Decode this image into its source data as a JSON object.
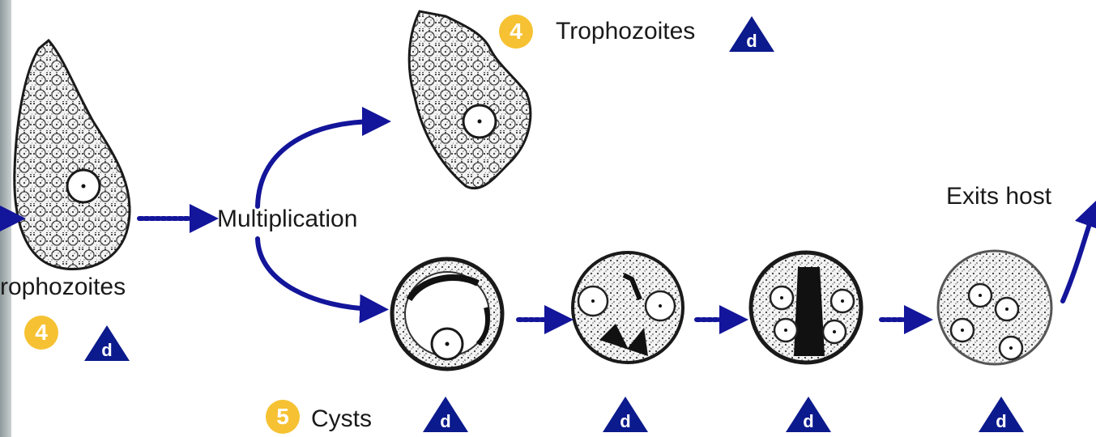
{
  "labels": {
    "trophozoites_top": "Trophozoites",
    "trophozoites_left": "rophozoites",
    "multiplication": "Multiplication",
    "exits_host": "Exits host",
    "cysts": "Cysts"
  },
  "badges": {
    "stage_4_top": "4",
    "stage_4_left": "4",
    "stage_5": "5"
  },
  "diagnostic_marker": "d",
  "colors": {
    "arrow": "#13159a",
    "triangle": "#0b1a8c",
    "badge": "#f6c233",
    "stipple": "#2a2a2a"
  }
}
